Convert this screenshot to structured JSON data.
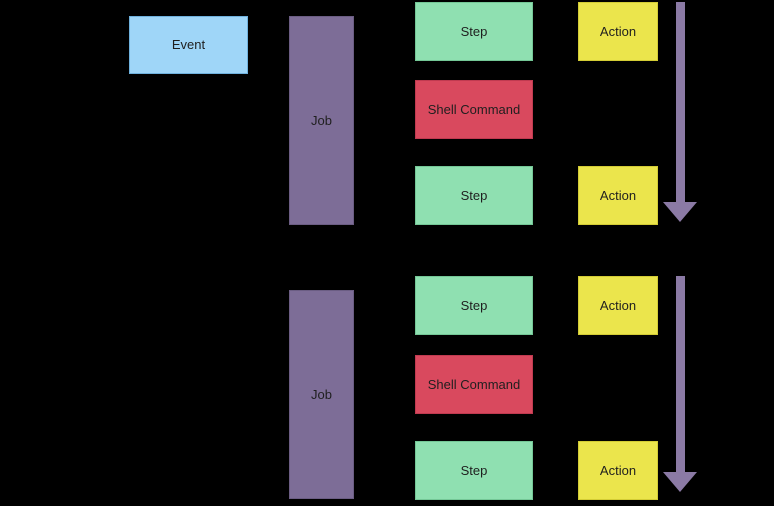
{
  "diagram": {
    "type": "flow-diagram",
    "background": "#000000",
    "colors": {
      "background": "#000000",
      "event_fill": "#9fd6f8",
      "event_border": "#6fb1dd",
      "job_fill": "#7d6d97",
      "job_border": "#6b5d83",
      "step_fill": "#8fe0b1",
      "step_border": "#74c796",
      "shell_fill": "#d9495e",
      "shell_border": "#c03a50",
      "action_fill": "#ebe54c",
      "action_border": "#d3cc35",
      "arrow": "#8b7aa5",
      "text": "#1f1f1f"
    },
    "labels": {
      "event": "Event",
      "job": "Job",
      "step": "Step",
      "shell_command": "Shell Command",
      "action": "Action"
    },
    "nodes": [
      {
        "id": "event-1",
        "type": "event",
        "label": "Event"
      },
      {
        "id": "job-1",
        "type": "job",
        "label": "Job"
      },
      {
        "id": "step-1",
        "type": "step",
        "label": "Step"
      },
      {
        "id": "shell-1",
        "type": "shell_command",
        "label": "Shell Command"
      },
      {
        "id": "step-2",
        "type": "step",
        "label": "Step"
      },
      {
        "id": "action-1",
        "type": "action",
        "label": "Action"
      },
      {
        "id": "action-2",
        "type": "action",
        "label": "Action"
      },
      {
        "id": "job-2",
        "type": "job",
        "label": "Job"
      },
      {
        "id": "step-3",
        "type": "step",
        "label": "Step"
      },
      {
        "id": "shell-2",
        "type": "shell_command",
        "label": "Shell Command"
      },
      {
        "id": "step-4",
        "type": "step",
        "label": "Step"
      },
      {
        "id": "action-3",
        "type": "action",
        "label": "Action"
      },
      {
        "id": "action-4",
        "type": "action",
        "label": "Action"
      }
    ],
    "arrows": [
      {
        "id": "arrow-1",
        "direction": "down"
      },
      {
        "id": "arrow-2",
        "direction": "down"
      }
    ]
  }
}
